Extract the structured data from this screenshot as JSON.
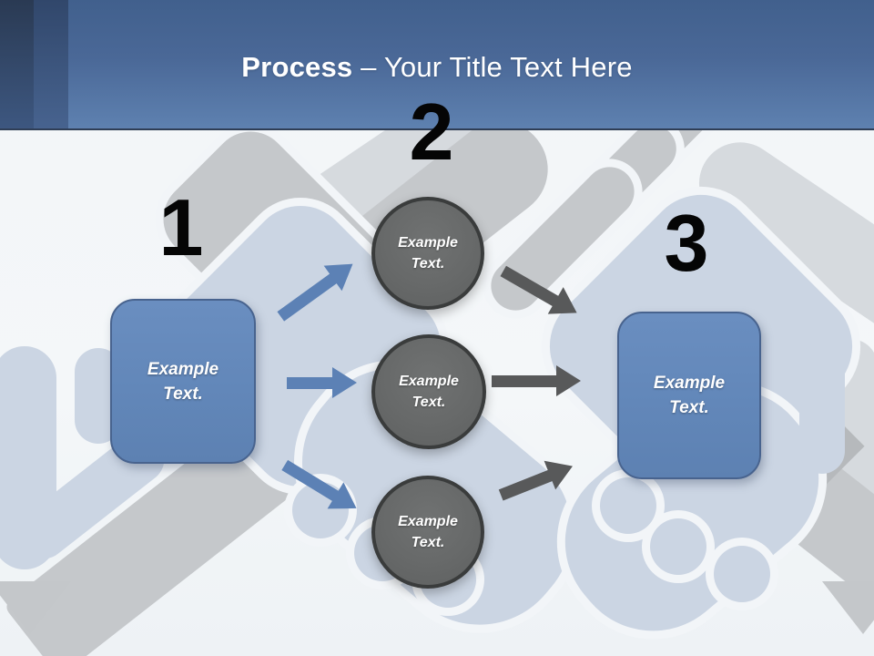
{
  "header": {
    "title_bold": "Process",
    "title_rest": "– Your Title Text Here"
  },
  "steps": [
    {
      "number": "1",
      "shape": "rounded-rectangle",
      "label": "Example Text."
    },
    {
      "number": "2",
      "shape": "circles",
      "labels": [
        "Example Text.",
        "Example Text.",
        "Example Text."
      ]
    },
    {
      "number": "3",
      "shape": "rounded-rectangle",
      "label": "Example Text."
    }
  ],
  "colors": {
    "accent_blue": "#6287b9",
    "accent_blue_border": "#48638e",
    "circle_fill": "#676969",
    "circle_border": "#3a3c3c",
    "arrow_blue": "#5c81b5",
    "arrow_gray": "#58595a",
    "header_top": "#41608d",
    "header_bottom": "#5e81b0",
    "canvas": "#f2f5f8",
    "mitt": "#cbd5e3",
    "arm_gray": "#c5c8cb",
    "arm_light": "#d6dade"
  }
}
